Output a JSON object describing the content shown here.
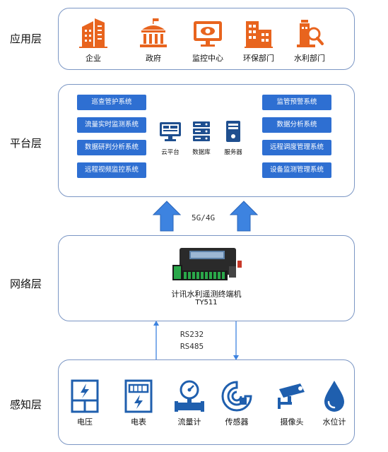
{
  "layers": {
    "app": "应用层",
    "platform": "平台层",
    "network": "网络层",
    "sensing": "感知层"
  },
  "app_items": [
    {
      "label": "企业",
      "icon": "enterprise-building-icon"
    },
    {
      "label": "政府",
      "icon": "government-building-icon"
    },
    {
      "label": "监控中心",
      "icon": "monitor-center-icon"
    },
    {
      "label": "环保部门",
      "icon": "environment-dept-icon"
    },
    {
      "label": "水利部门",
      "icon": "water-dept-icon"
    }
  ],
  "platform": {
    "left_systems": [
      "巡查管护系统",
      "流量实时监测系统",
      "数据研判分析系统",
      "远程视频监控系统"
    ],
    "right_systems": [
      "监管预警系统",
      "数据分析系统",
      "远程调度管理系统",
      "设备监测管理系统"
    ],
    "servers": [
      {
        "label": "云平台",
        "icon": "cloud-platform-icon"
      },
      {
        "label": "数据库",
        "icon": "database-icon"
      },
      {
        "label": "服务器",
        "icon": "server-icon"
      }
    ]
  },
  "uplink_label": "5G/4G",
  "device": {
    "name": "计讯水利遥测终端机",
    "model": "TY511"
  },
  "bus": {
    "line1": "RS232",
    "line2": "RS485"
  },
  "sensors": [
    {
      "label": "电压",
      "icon": "voltage-icon"
    },
    {
      "label": "电表",
      "icon": "electric-meter-icon"
    },
    {
      "label": "流量计",
      "icon": "flowmeter-icon"
    },
    {
      "label": "传感器",
      "icon": "sensor-icon"
    },
    {
      "label": "摄像头",
      "icon": "camera-icon"
    },
    {
      "label": "水位计",
      "icon": "water-level-icon"
    }
  ],
  "colors": {
    "accent": "#e8641e",
    "button": "#2e6fd2",
    "arrow": "#3d83e0",
    "sensor_icon": "#1f5fae",
    "border": "#7b96c4"
  }
}
